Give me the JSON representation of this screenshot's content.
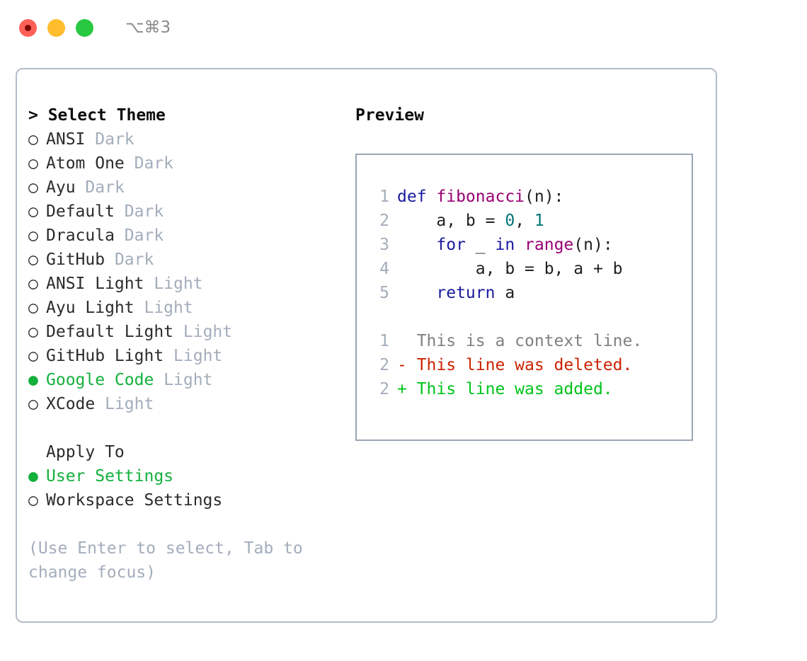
{
  "titlebar": {
    "buttons": [
      {
        "name": "close",
        "color": "#ff6058"
      },
      {
        "name": "minimize",
        "color": "#ffbd2e"
      },
      {
        "name": "maximize",
        "color": "#28c840"
      }
    ],
    "shortcut": "⌥⌘3"
  },
  "theme_panel": {
    "header": "> Select Theme",
    "markers": {
      "selected": "●",
      "unselected": "○"
    },
    "items": [
      {
        "marker": "○",
        "name": "ANSI",
        "tag": "Dark",
        "selected": false
      },
      {
        "marker": "○",
        "name": "Atom One",
        "tag": "Dark",
        "selected": false
      },
      {
        "marker": "○",
        "name": "Ayu",
        "tag": "Dark",
        "selected": false
      },
      {
        "marker": "○",
        "name": "Default",
        "tag": "Dark",
        "selected": false
      },
      {
        "marker": "○",
        "name": "Dracula",
        "tag": "Dark",
        "selected": false
      },
      {
        "marker": "○",
        "name": "GitHub",
        "tag": "Dark",
        "selected": false
      },
      {
        "marker": "○",
        "name": "ANSI Light",
        "tag": "Light",
        "selected": false
      },
      {
        "marker": "○",
        "name": "Ayu Light",
        "tag": "Light",
        "selected": false
      },
      {
        "marker": "○",
        "name": "Default Light",
        "tag": "Light",
        "selected": false
      },
      {
        "marker": "○",
        "name": "GitHub Light",
        "tag": "Light",
        "selected": false
      },
      {
        "marker": "●",
        "name": "Google Code",
        "tag": "Light",
        "selected": true
      },
      {
        "marker": "○",
        "name": "XCode",
        "tag": "Light",
        "selected": false
      }
    ]
  },
  "apply_to": {
    "header": "Apply To",
    "items": [
      {
        "marker": "●",
        "name": "User Settings",
        "selected": true
      },
      {
        "marker": "○",
        "name": "Workspace Settings",
        "selected": false
      }
    ]
  },
  "hint": "(Use Enter to select, Tab to\nchange focus)",
  "preview": {
    "title": "Preview",
    "code_lines": [
      {
        "num": "1",
        "tokens": [
          {
            "t": "def ",
            "c": "kw"
          },
          {
            "t": "fibonacci",
            "c": "fn"
          },
          {
            "t": "(n):",
            "c": "txt"
          }
        ]
      },
      {
        "num": "2",
        "tokens": [
          {
            "t": "    a, b = ",
            "c": "txt"
          },
          {
            "t": "0",
            "c": "num"
          },
          {
            "t": ", ",
            "c": "txt"
          },
          {
            "t": "1",
            "c": "num"
          }
        ]
      },
      {
        "num": "3",
        "tokens": [
          {
            "t": "    ",
            "c": "txt"
          },
          {
            "t": "for",
            "c": "kw"
          },
          {
            "t": " _ ",
            "c": "txt"
          },
          {
            "t": "in",
            "c": "kw"
          },
          {
            "t": " ",
            "c": "txt"
          },
          {
            "t": "range",
            "c": "fn"
          },
          {
            "t": "(n):",
            "c": "txt"
          }
        ]
      },
      {
        "num": "4",
        "tokens": [
          {
            "t": "        a, b = b, a + b",
            "c": "txt"
          }
        ]
      },
      {
        "num": "5",
        "tokens": [
          {
            "t": "    ",
            "c": "txt"
          },
          {
            "t": "return",
            "c": "kw"
          },
          {
            "t": " a",
            "c": "txt"
          }
        ]
      }
    ],
    "diff_lines": [
      {
        "num": "1",
        "text": "  This is a context line.",
        "kind": "ctx"
      },
      {
        "num": "2",
        "text": "- This line was deleted.",
        "kind": "del"
      },
      {
        "num": "2",
        "text": "+ This line was added.",
        "kind": "add"
      }
    ]
  },
  "colors": {
    "accent_green": "#14b03c",
    "muted": "#a3adbb",
    "keyword": "#1a1a9e",
    "function": "#990073",
    "number": "#007575",
    "diff_add": "#00c41a",
    "diff_del": "#cc2200",
    "panel_border": "#b4bcc8",
    "preview_border": "#9aa5b5"
  }
}
